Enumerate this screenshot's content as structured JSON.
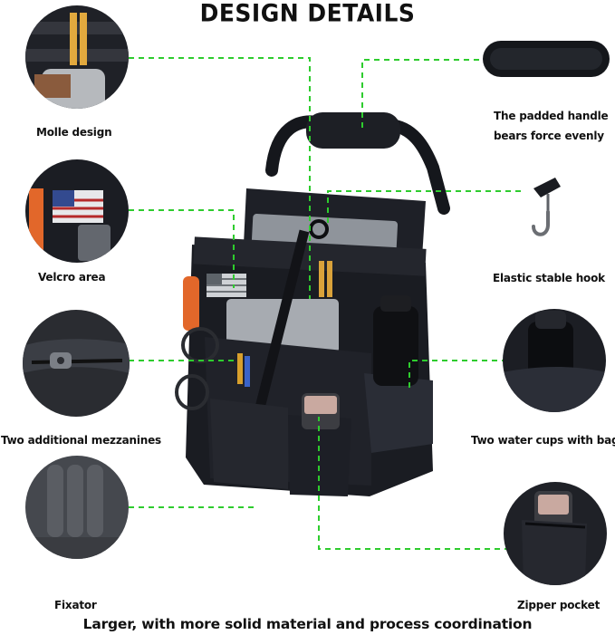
{
  "title": "DESIGN DETAILS",
  "features": {
    "molle": "Molle design",
    "velcro": "Velcro area",
    "mezzanines": "Two additional mezzanines",
    "fixator": "Fixator",
    "handle_line1": "The padded handle",
    "handle_line2": "bears force evenly",
    "hook": "Elastic stable hook",
    "cups": "Two water cups with bags",
    "zipper": "Zipper pocket"
  },
  "footer": "Larger, with more solid material and process coordination",
  "colors": {
    "leader_line": "#2ecc2e",
    "bag": "#1a1c22",
    "text": "#111111"
  }
}
